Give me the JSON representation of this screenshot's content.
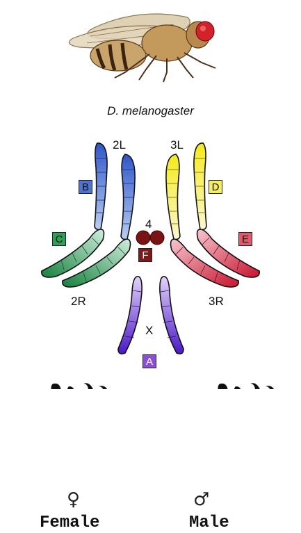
{
  "species": "D. melanogaster",
  "arms": {
    "l2": "2L",
    "r2": "2R",
    "l3": "3L",
    "r3": "3R",
    "four": "4",
    "x": "X"
  },
  "elements": [
    {
      "letter": "A",
      "color": "#8a4fd6",
      "text_color": "#ffffff"
    },
    {
      "letter": "B",
      "color": "#4f74cf",
      "text_color": "#111111"
    },
    {
      "letter": "C",
      "color": "#2f9e57",
      "text_color": "#111111"
    },
    {
      "letter": "D",
      "color": "#f7ee5a",
      "text_color": "#111111"
    },
    {
      "letter": "E",
      "color": "#e05a6e",
      "text_color": "#111111"
    },
    {
      "letter": "F",
      "color": "#7a1a1a",
      "text_color": "#ffffff"
    }
  ],
  "karyotypes": {
    "female": {
      "symbol": "♀",
      "label": "Female"
    },
    "male": {
      "symbol": "♂",
      "label": "Male"
    }
  }
}
